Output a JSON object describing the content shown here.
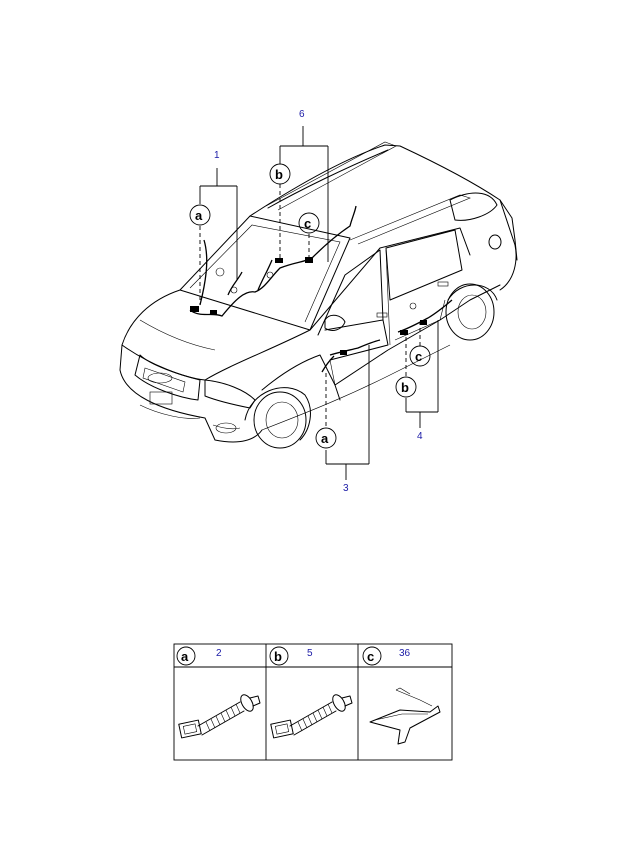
{
  "callouts": {
    "c1": "1",
    "c3": "3",
    "c4": "4",
    "c6": "6"
  },
  "letters": {
    "a": "a",
    "b": "b",
    "c": "c"
  },
  "legend": {
    "cells": [
      {
        "letter": "a",
        "part": "2"
      },
      {
        "letter": "b",
        "part": "5"
      },
      {
        "letter": "c",
        "part": "36"
      }
    ]
  },
  "colors": {
    "callout_text": "#1a1aa6",
    "line": "#000000",
    "background": "#ffffff"
  }
}
